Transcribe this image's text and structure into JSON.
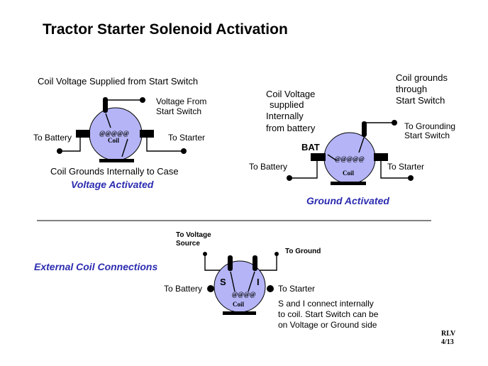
{
  "title": "Tractor Starter Solenoid Activation",
  "voltage_section": {
    "heading": "Coil Voltage Supplied from Start Switch",
    "from_label_1": "Voltage From",
    "from_label_2": "Start Switch",
    "coil_turns": "@@@@@",
    "coil_label": "Coil",
    "battery": "To Battery",
    "starter": "To Starter",
    "note": "Coil Grounds Internally to Case",
    "mode": "Voltage Activated"
  },
  "ground_section": {
    "supply_1": "Coil Voltage",
    "supply_2": "supplied",
    "supply_3": "Internally",
    "supply_4": "from battery",
    "grounds_1": "Coil grounds",
    "grounds_2": "through",
    "grounds_3": "Start Switch",
    "switch_1": "To Grounding",
    "switch_2": "Start Switch",
    "bat": "BAT",
    "coil_turns": "@@@@@",
    "coil_label": "Coil",
    "battery": "To Battery",
    "starter": "To Starter",
    "mode": "Ground Activated"
  },
  "external_section": {
    "heading": "External Coil Connections",
    "voltage_src_1": "To Voltage",
    "voltage_src_2": "Source",
    "ground": "To Ground",
    "s_label": "S",
    "i_label": "I",
    "coil_turns": "@@@@",
    "coil_label": "Coil",
    "battery": "To Battery",
    "starter": "To Starter",
    "note_1": "S and I connect internally",
    "note_2": "to coil.  Start Switch can be",
    "note_3": "on Voltage or Ground side"
  },
  "signature": {
    "initials": "RLV",
    "date": "4/13"
  }
}
